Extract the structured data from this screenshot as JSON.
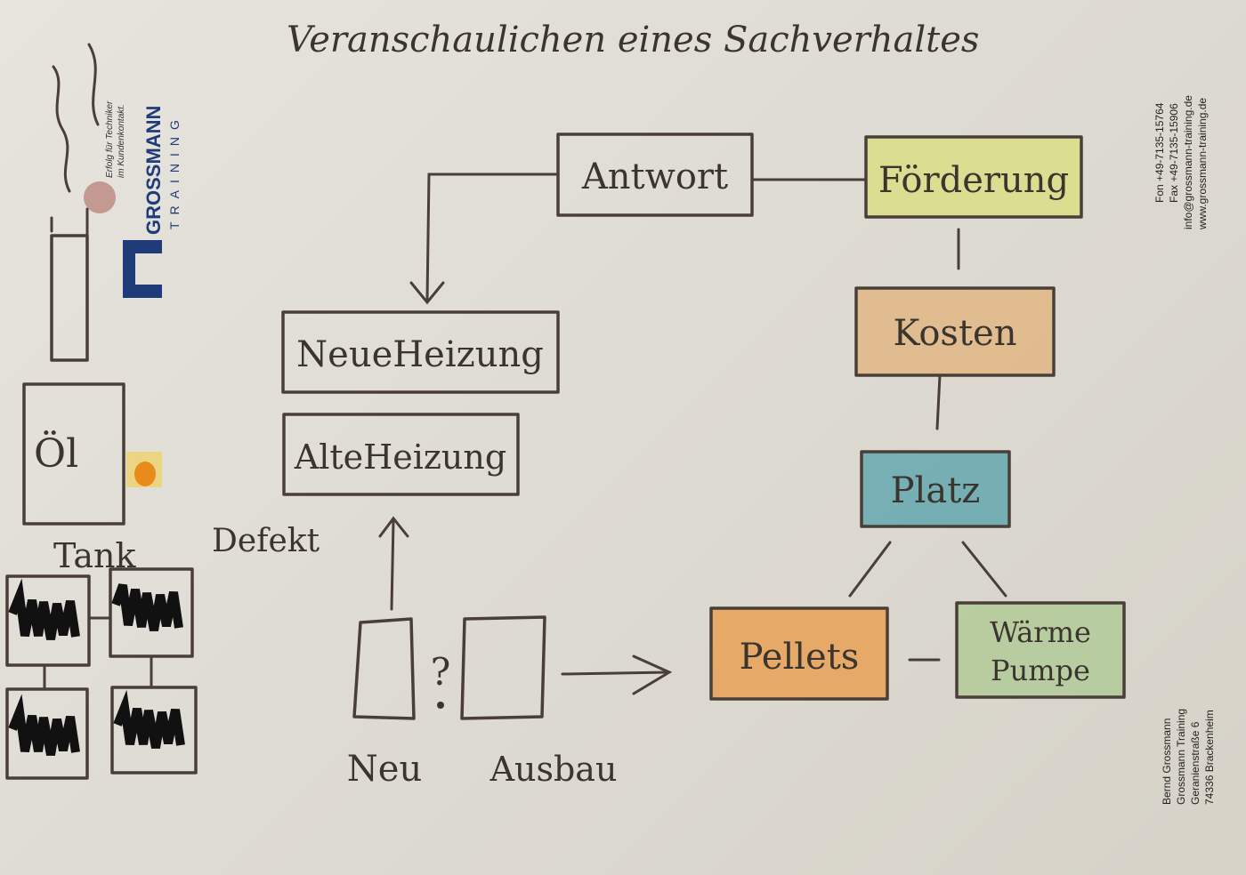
{
  "title": "Veranschaulichen eines Sachverhaltes",
  "brand": {
    "logo_letters": "GT",
    "name": "GROSSMANN",
    "sub": "TRAINING",
    "tagline_1": "Erfolg für Techniker",
    "tagline_2": "im Kundenkontakt."
  },
  "contact_top": {
    "fon": "Fon +49-7135-15764",
    "fax": "Fax +49-7135-15906",
    "email": "info@grossmann-training.de",
    "web": "www.grossmann-training.de"
  },
  "contact_bottom": {
    "name": "Bernd Grossmann",
    "company": "Grossmann Training",
    "street": "Geranienstraße 6",
    "city": "74336 Brackenheim"
  },
  "labels": {
    "oel": "Öl",
    "tank": "Tank",
    "defekt": "Defekt",
    "question": "?",
    "neu": "Neu",
    "ausbau": "Ausbau"
  },
  "nodes": {
    "antwort": "Antwort",
    "forderung": "Förderung",
    "kosten": "Kosten",
    "platz": "Platz",
    "neue_heizung": "NeueHeizung",
    "alte_heizung": "AlteHeizung",
    "pellets": "Pellets",
    "waerme": "Wärme",
    "pumpe": "Pumpe"
  },
  "colors": {
    "ink": "#4a3f38",
    "forderung": "#d9df7a",
    "kosten": "#e2b27a",
    "platz": "#3f9aa6",
    "pellets": "#eb9a44",
    "waermepumpe": "#8fc06a",
    "flame": "#e88a1c",
    "brand_blue": "#1f3b7a"
  }
}
